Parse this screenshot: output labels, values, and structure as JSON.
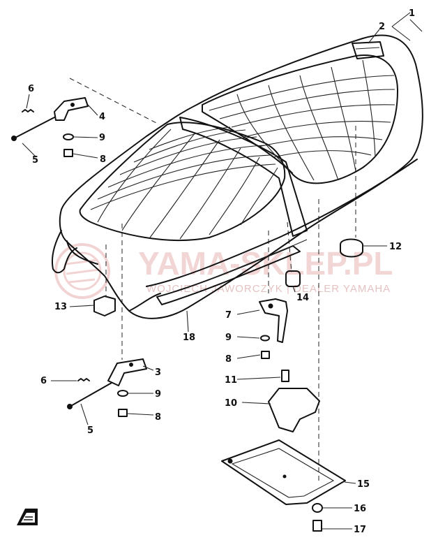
{
  "diagram": {
    "watermark": {
      "main_text": "YAMA-SKLEP.PL",
      "sub_text": "WOJCIECH JAWORCZYK | DEALER YAMAHA",
      "color": "#e9b3b3"
    },
    "callouts": [
      {
        "id": "c1",
        "number": "1"
      },
      {
        "id": "c2",
        "number": "2"
      },
      {
        "id": "c3",
        "number": "3"
      },
      {
        "id": "c4",
        "number": "4"
      },
      {
        "id": "c5a",
        "number": "5"
      },
      {
        "id": "c5b",
        "number": "5"
      },
      {
        "id": "c6a",
        "number": "6"
      },
      {
        "id": "c6b",
        "number": "6"
      },
      {
        "id": "c7",
        "number": "7"
      },
      {
        "id": "c8a",
        "number": "8"
      },
      {
        "id": "c8b",
        "number": "8"
      },
      {
        "id": "c8c",
        "number": "8"
      },
      {
        "id": "c9a",
        "number": "9"
      },
      {
        "id": "c9b",
        "number": "9"
      },
      {
        "id": "c9c",
        "number": "9"
      },
      {
        "id": "c10",
        "number": "10"
      },
      {
        "id": "c11",
        "number": "11"
      },
      {
        "id": "c12",
        "number": "12"
      },
      {
        "id": "c13",
        "number": "13"
      },
      {
        "id": "c14",
        "number": "14"
      },
      {
        "id": "c15",
        "number": "15"
      },
      {
        "id": "c16",
        "number": "16"
      },
      {
        "id": "c17",
        "number": "17"
      },
      {
        "id": "c18",
        "number": "18"
      }
    ],
    "corner_icon": "front-direction-icon"
  }
}
